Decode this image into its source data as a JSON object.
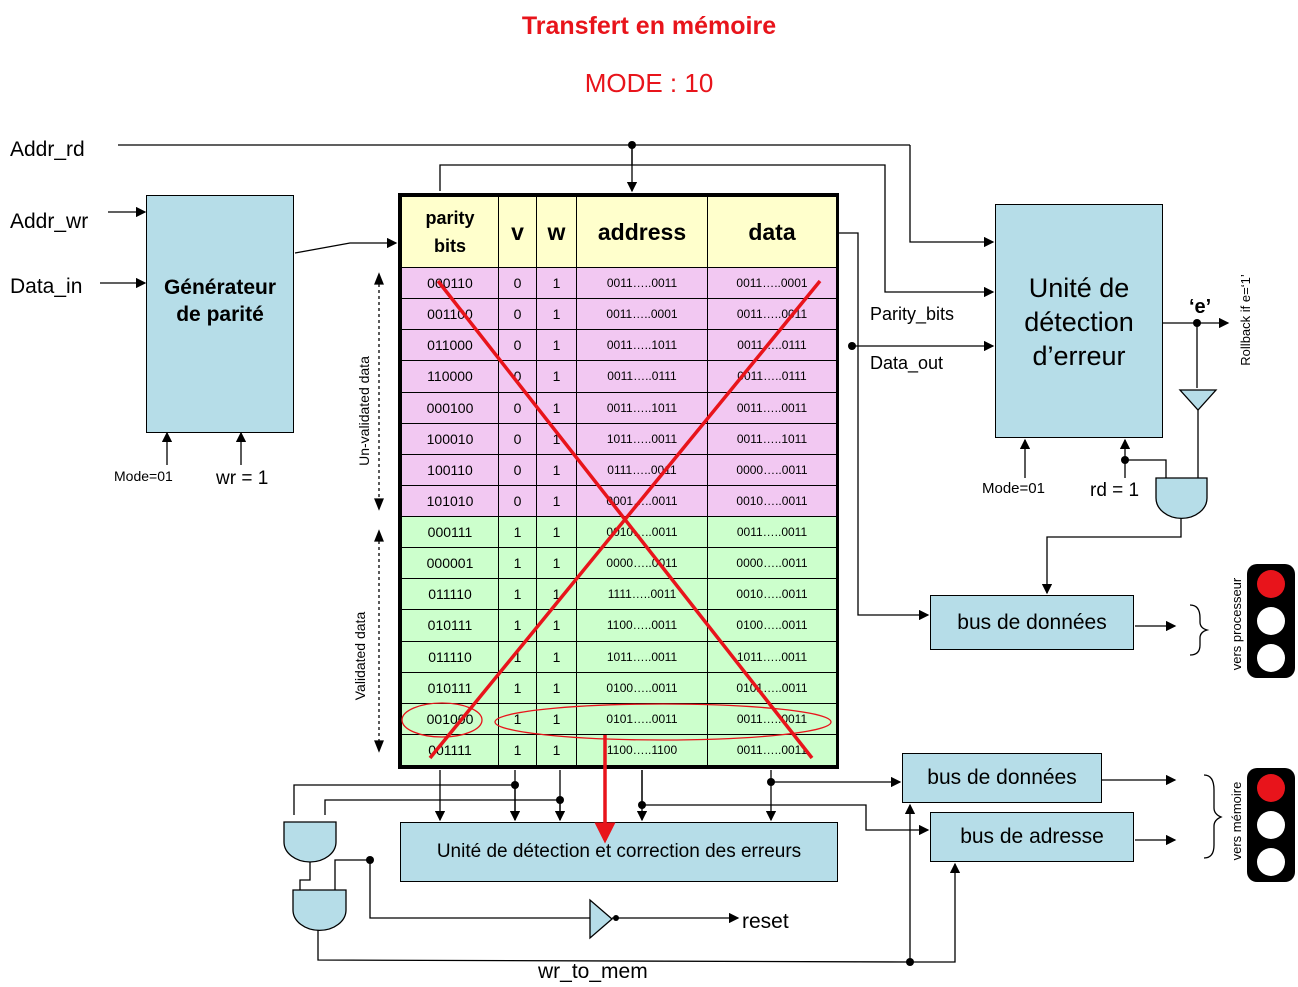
{
  "title": "Transfert en mémoire",
  "mode": "MODE : 10",
  "inputs": {
    "addr_rd": "Addr_rd",
    "addr_wr": "Addr_wr",
    "data_in": "Data_in"
  },
  "generator": {
    "label_line1": "Générateur",
    "label_line2": "de parité",
    "mode": "Mode=01",
    "wr": "wr = 1"
  },
  "detector": {
    "label_line1": "Unité de",
    "label_line2": "détection",
    "label_line3": "d’erreur",
    "mode": "Mode=01",
    "rd": "rd = 1"
  },
  "signals": {
    "parity_bits": "Parity_bits",
    "data_out": "Data_out",
    "e": "‘e’",
    "rollback": "Rollback if e=‘1’",
    "reset": "reset",
    "wr_to_mem": "wr_to_mem"
  },
  "side_labels": {
    "unvalidated": "Un-validated data",
    "validated": "Validated data"
  },
  "table": {
    "headers": {
      "parity_line1": "parity",
      "parity_line2": "bits",
      "v": "v",
      "w": "w",
      "address": "address",
      "data": "data"
    },
    "rows": [
      [
        "000110",
        "0",
        "1",
        "0011…..0011",
        "0011…..0001"
      ],
      [
        "001100",
        "0",
        "1",
        "0011…..0001",
        "0011…..0011"
      ],
      [
        "011000",
        "0",
        "1",
        "0011…..1011",
        "0011…..0111"
      ],
      [
        "110000",
        "0",
        "1",
        "0011…..0111",
        "0011…..0111"
      ],
      [
        "000100",
        "0",
        "1",
        "0011…..1011",
        "0011…..0011"
      ],
      [
        "100010",
        "0",
        "1",
        "1011…..0011",
        "0011…..1011"
      ],
      [
        "100110",
        "0",
        "1",
        "0111…..0011",
        "0000…..0011"
      ],
      [
        "101010",
        "0",
        "1",
        "0001…..0011",
        "0010…..0011"
      ],
      [
        "000111",
        "1",
        "1",
        "0010…..0011",
        "0011…..0011"
      ],
      [
        "000001",
        "1",
        "1",
        "0000…..0011",
        "0000…..0011"
      ],
      [
        "011110",
        "1",
        "1",
        "1111…..0011",
        "0010…..0011"
      ],
      [
        "010111",
        "1",
        "1",
        "1100…..0011",
        "0100…..0011"
      ],
      [
        "011110",
        "1",
        "1",
        "1011…..0011",
        "1011…..0011"
      ],
      [
        "010111",
        "1",
        "1",
        "0100…..0011",
        "0101…..0011"
      ],
      [
        "001000",
        "1",
        "1",
        "0101…..0011",
        "0011…..0011"
      ],
      [
        "001111",
        "1",
        "1",
        "1100…..1100",
        "0011…..0011"
      ]
    ]
  },
  "correction_unit": "Unité de détection et correction des erreurs",
  "bus": {
    "data_top": "bus de données",
    "data_bottom": "bus de données",
    "address": "bus de adresse"
  },
  "destinations": {
    "processor": "vers processeur",
    "memory": "vers mémoire"
  },
  "colors": {
    "title": "#e8141b",
    "cross": "#e8141b",
    "header": "#ffffcc",
    "unvalidated": "#f2c8f2",
    "validated": "#ccffcc",
    "box": "#b6dde8"
  }
}
